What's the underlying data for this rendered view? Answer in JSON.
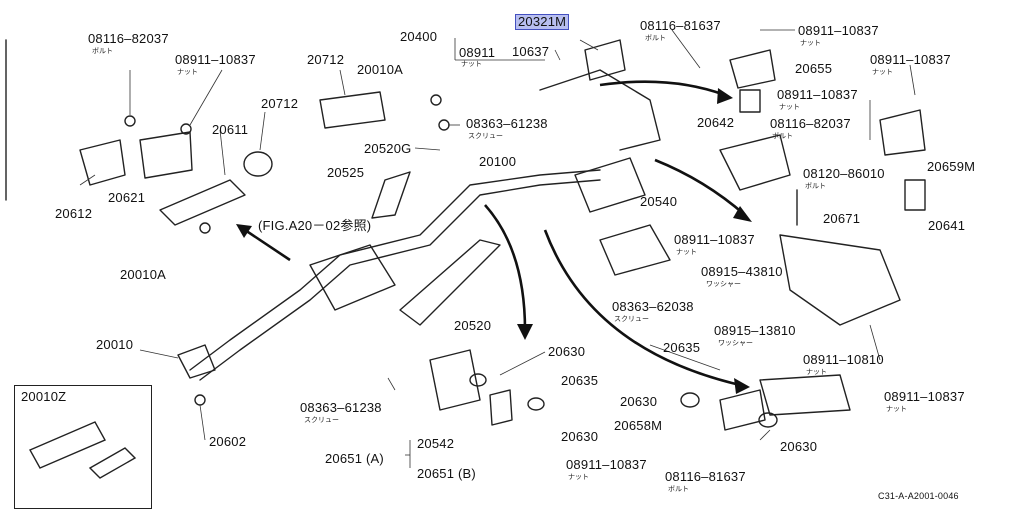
{
  "highlight_color": "#b8bff0",
  "labels": {
    "p_08116_82037": "08116–82037",
    "bolt_a": "ボルト",
    "p_08911_10837_a": "08911–10837",
    "nut_a": "ナット",
    "p_20712_a": "20712",
    "p_20712_b": "20712",
    "p_20611": "20611",
    "p_20621": "20621",
    "p_20612": "20612",
    "p_20010A_top": "20010A",
    "p_20010A_bottom": "20010A",
    "p_20400": "20400",
    "p_08911_a": "08911",
    "nut_b": "ナット",
    "p_20321M": "20321M",
    "p_10637": "10637",
    "p_08363_61238_top": "08363–61238",
    "screw_a": "スクリュー",
    "p_20520G": "20520G",
    "p_20100": "20100",
    "p_20525": "20525",
    "p_fig": "(FIG.A20－02参照)",
    "p_08116_81637_top": "08116–81637",
    "bolt_b": "ボルト",
    "p_08911_10837_b": "08911–10837",
    "nut_c": "ナット",
    "p_08911_10837_c": "08911–10837",
    "nut_d": "ナット",
    "p_20655": "20655",
    "p_20642": "20642",
    "p_08911_10837_d": "08911–10837",
    "nut_e": "ナット",
    "p_08116_82037_b": "08116–82037",
    "bolt_c": "ボルト",
    "p_20659M": "20659M",
    "p_08120_86010": "08120–86010",
    "bolt_d": "ボルト",
    "p_20671": "20671",
    "p_20641": "20641",
    "p_20540": "20540",
    "p_08911_10837_e": "08911–10837",
    "nut_f": "ナット",
    "p_08915_43810": "08915–43810",
    "washer_a": "ワッシャー",
    "p_08363_62038": "08363–62038",
    "screw_b": "スクリュー",
    "p_08915_13810": "08915–13810",
    "washer_b": "ワッシャー",
    "p_08911_10810": "08911–10810",
    "nut_g": "ナット",
    "p_20520": "20520",
    "p_20010": "20010",
    "p_20602": "20602",
    "p_20010Z": "20010Z",
    "p_08363_61238_bottom": "08363–61238",
    "screw_c": "スクリュー",
    "p_20630_a": "20630",
    "p_20635_a": "20635",
    "p_20630_b": "20630",
    "p_20542": "20542",
    "p_20651A": "20651 (A)",
    "p_20651B": "20651 (B)",
    "p_08911_10837_f": "08911–10837",
    "nut_h": "ナット",
    "p_20635_b": "20635",
    "p_20630_c": "20630",
    "p_20658M": "20658M",
    "p_20630_d": "20630",
    "p_08116_81637_bottom": "08116–81637",
    "bolt_e": "ボルト",
    "p_08911_10837_g": "08911–10837",
    "nut_i": "ナット",
    "diagram_code": "C31-A-A2001-0046"
  }
}
